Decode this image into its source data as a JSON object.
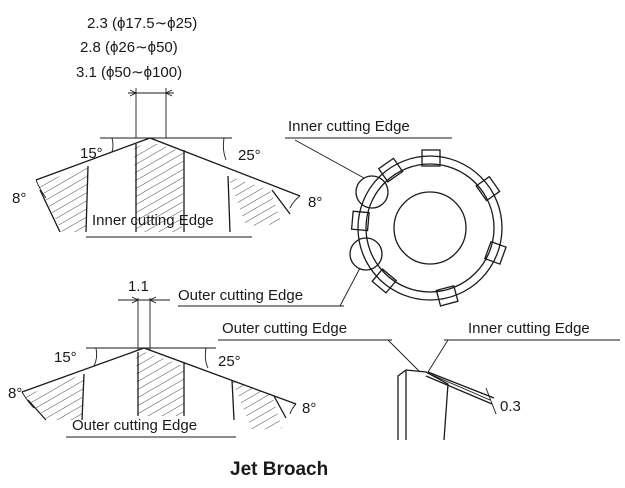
{
  "top_detail": {
    "dims": [
      "2.3 (ϕ17.5∼ϕ25)",
      "2.8 (ϕ26∼ϕ50)",
      "3.1 (ϕ50∼ϕ100)"
    ],
    "angle_left": "15°",
    "angle_right": "25°",
    "relief_left": "8°",
    "relief_right": "8°",
    "edge_label": "Inner cutting Edge"
  },
  "cutter_view": {
    "inner_label": "Inner cutting Edge",
    "outer_label": "Outer cutting Edge"
  },
  "bottom_detail": {
    "dim": "1.1",
    "angle_left": "15°",
    "angle_right": "25°",
    "relief_left": "8°",
    "relief_right": "8°",
    "edge_label": "Outer cutting Edge"
  },
  "section_view": {
    "outer_label": "Outer cutting Edge",
    "inner_label": "Inner cutting Edge",
    "dim": "0.3"
  },
  "title": "Jet Broach"
}
